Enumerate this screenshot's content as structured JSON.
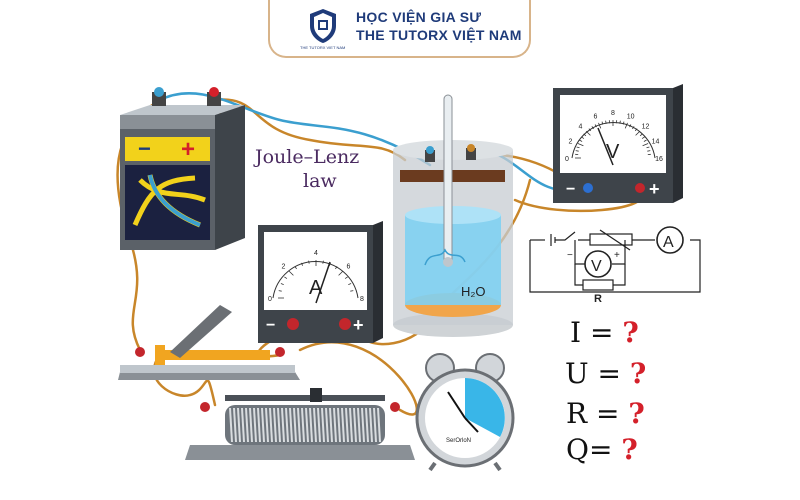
{
  "header": {
    "line1": "HỌC VIỆN GIA SƯ",
    "line2": "THE TUTORX VIỆT NAM",
    "logo_caption": "THE TUTORX VIET NAM"
  },
  "title": {
    "line1": "Joule–Lenz",
    "line2": "law"
  },
  "voltmeter": {
    "symbol": "V",
    "scale": [
      "0",
      "2",
      "4",
      "6",
      "8",
      "10",
      "12",
      "14",
      "16"
    ],
    "minus": "−",
    "plus": "+"
  },
  "ammeter": {
    "symbol": "A",
    "scale": [
      "0",
      "2",
      "4",
      "6",
      "8"
    ],
    "minus": "−",
    "plus": "+"
  },
  "battery": {
    "minus": "−",
    "plus": "+"
  },
  "calorimeter": {
    "label": "H₂O"
  },
  "circuit": {
    "ammeter_symbol": "A",
    "voltmeter_symbol": "V",
    "resistor_label": "R",
    "minus": "−",
    "plus": "+"
  },
  "clock": {
    "brand": "SerOrloN"
  },
  "questions": [
    {
      "symbol": "I",
      "op": "=",
      "mark": "?"
    },
    {
      "symbol": "U",
      "op": "=",
      "mark": "?"
    },
    {
      "symbol": "R",
      "op": "=",
      "mark": "?"
    },
    {
      "symbol": "Q",
      "op": "=",
      "mark": "?"
    }
  ],
  "colors": {
    "wire_orange": "#c8862a",
    "wire_blue": "#3b9fcf",
    "brand_blue": "#1f3b7a",
    "question_red": "#d4202a",
    "battery_yellow": "#f2d21b",
    "water_blue": "#7fd0f2"
  }
}
